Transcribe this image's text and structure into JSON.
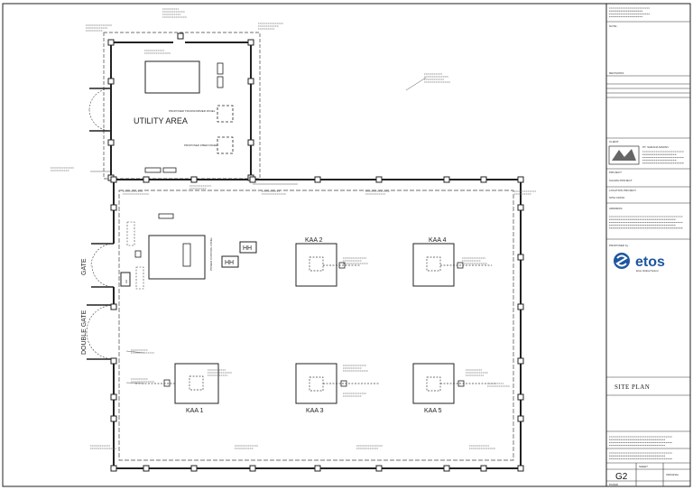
{
  "site": {
    "utility_area": "UTILITY AREA",
    "gate": "GATE",
    "double_gate": "DOUBLE GATE",
    "proposed_transformer_panel": "PROPOSED TRANSFORMER PANEL",
    "proposed_fiber_panel": "PROPOSED FIBER PANEL",
    "power_control_panel": "POWER CONTROL PANEL",
    "hh": "HH",
    "pads": [
      "KAA 1",
      "KAA 2",
      "KAA 3",
      "KAA 4",
      "KAA 5"
    ]
  },
  "title_block": {
    "notes_label": "NOTE :",
    "revisions_label": "REVISIONS",
    "client_label": "CLIENT",
    "client_name": "PT. SARANA MAPAN",
    "project_label": "PROJECT",
    "project_value": "KALIMA PROJECT",
    "location_label": "LOCATION PROJECT",
    "location_value": "SITE CDK01",
    "address_label": "ADDRESS",
    "proposed_label": "PROPOSED by :",
    "brand_name": "etos",
    "brand_tagline": "Etos Global Solusi",
    "drawing_title": "SITE PLAN",
    "sheet_no": "G2",
    "sheet_label": "SHEET",
    "original_label": "ORIGINAL",
    "paper_label": "PAPER"
  }
}
